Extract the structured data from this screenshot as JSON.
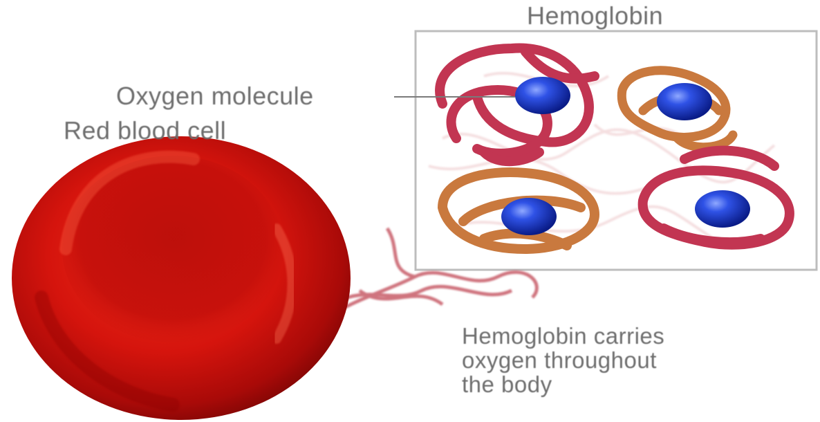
{
  "labels": {
    "title": "Hemoglobin",
    "oxygen_molecule": "Oxygen molecule",
    "red_blood_cell": "Red blood cell",
    "caption_lines": [
      "Hemoglobin carries",
      "oxygen throughout",
      "the body"
    ]
  },
  "colors": {
    "cell_red": "#d10f0b",
    "strand_pink": "#c23552",
    "strand_orange": "#c9793e",
    "oxygen_blue": "#1f3fd6",
    "frame": "#bdbdbd",
    "text": "#6e6e6e"
  }
}
